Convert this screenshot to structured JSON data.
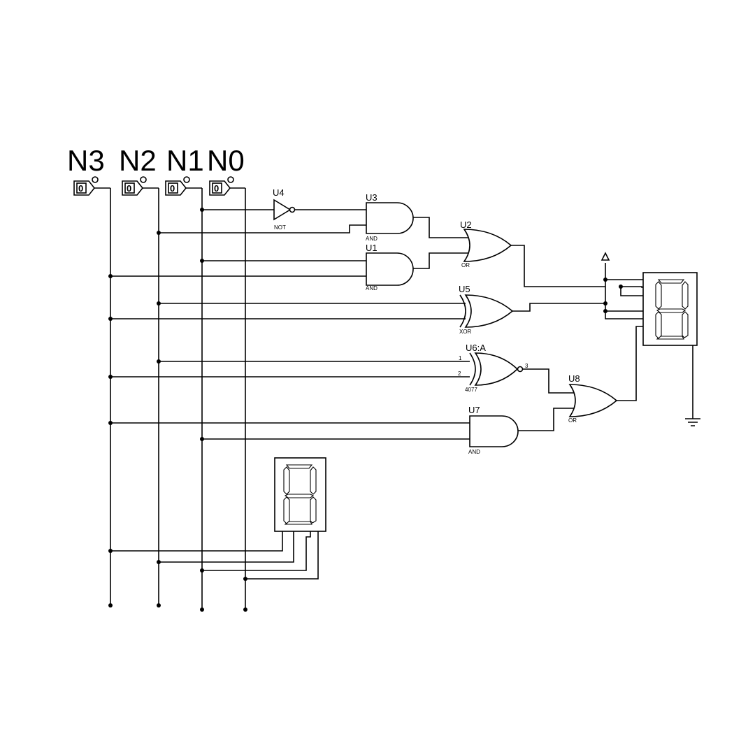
{
  "inputs": {
    "n3": {
      "label": "N3",
      "value": "0"
    },
    "n2": {
      "label": "N2",
      "value": "0"
    },
    "n1": {
      "label": "N1",
      "value": "0"
    },
    "n0": {
      "label": "N0",
      "value": "0"
    }
  },
  "gates": {
    "u4": {
      "ref": "U4",
      "type": "NOT"
    },
    "u3": {
      "ref": "U3",
      "type": "AND"
    },
    "u1": {
      "ref": "U1",
      "type": "AND"
    },
    "u2": {
      "ref": "U2",
      "type": "OR"
    },
    "u5": {
      "ref": "U5",
      "type": "XOR"
    },
    "u6": {
      "ref": "U6:A",
      "type": "4077",
      "pin1": "1",
      "pin2": "2",
      "pin3": "3"
    },
    "u8": {
      "ref": "U8",
      "type": "OR"
    },
    "u7": {
      "ref": "U7",
      "type": "AND"
    }
  },
  "displays": {
    "right": {
      "kind": "seven-segment"
    },
    "bottom": {
      "kind": "seven-segment"
    }
  }
}
